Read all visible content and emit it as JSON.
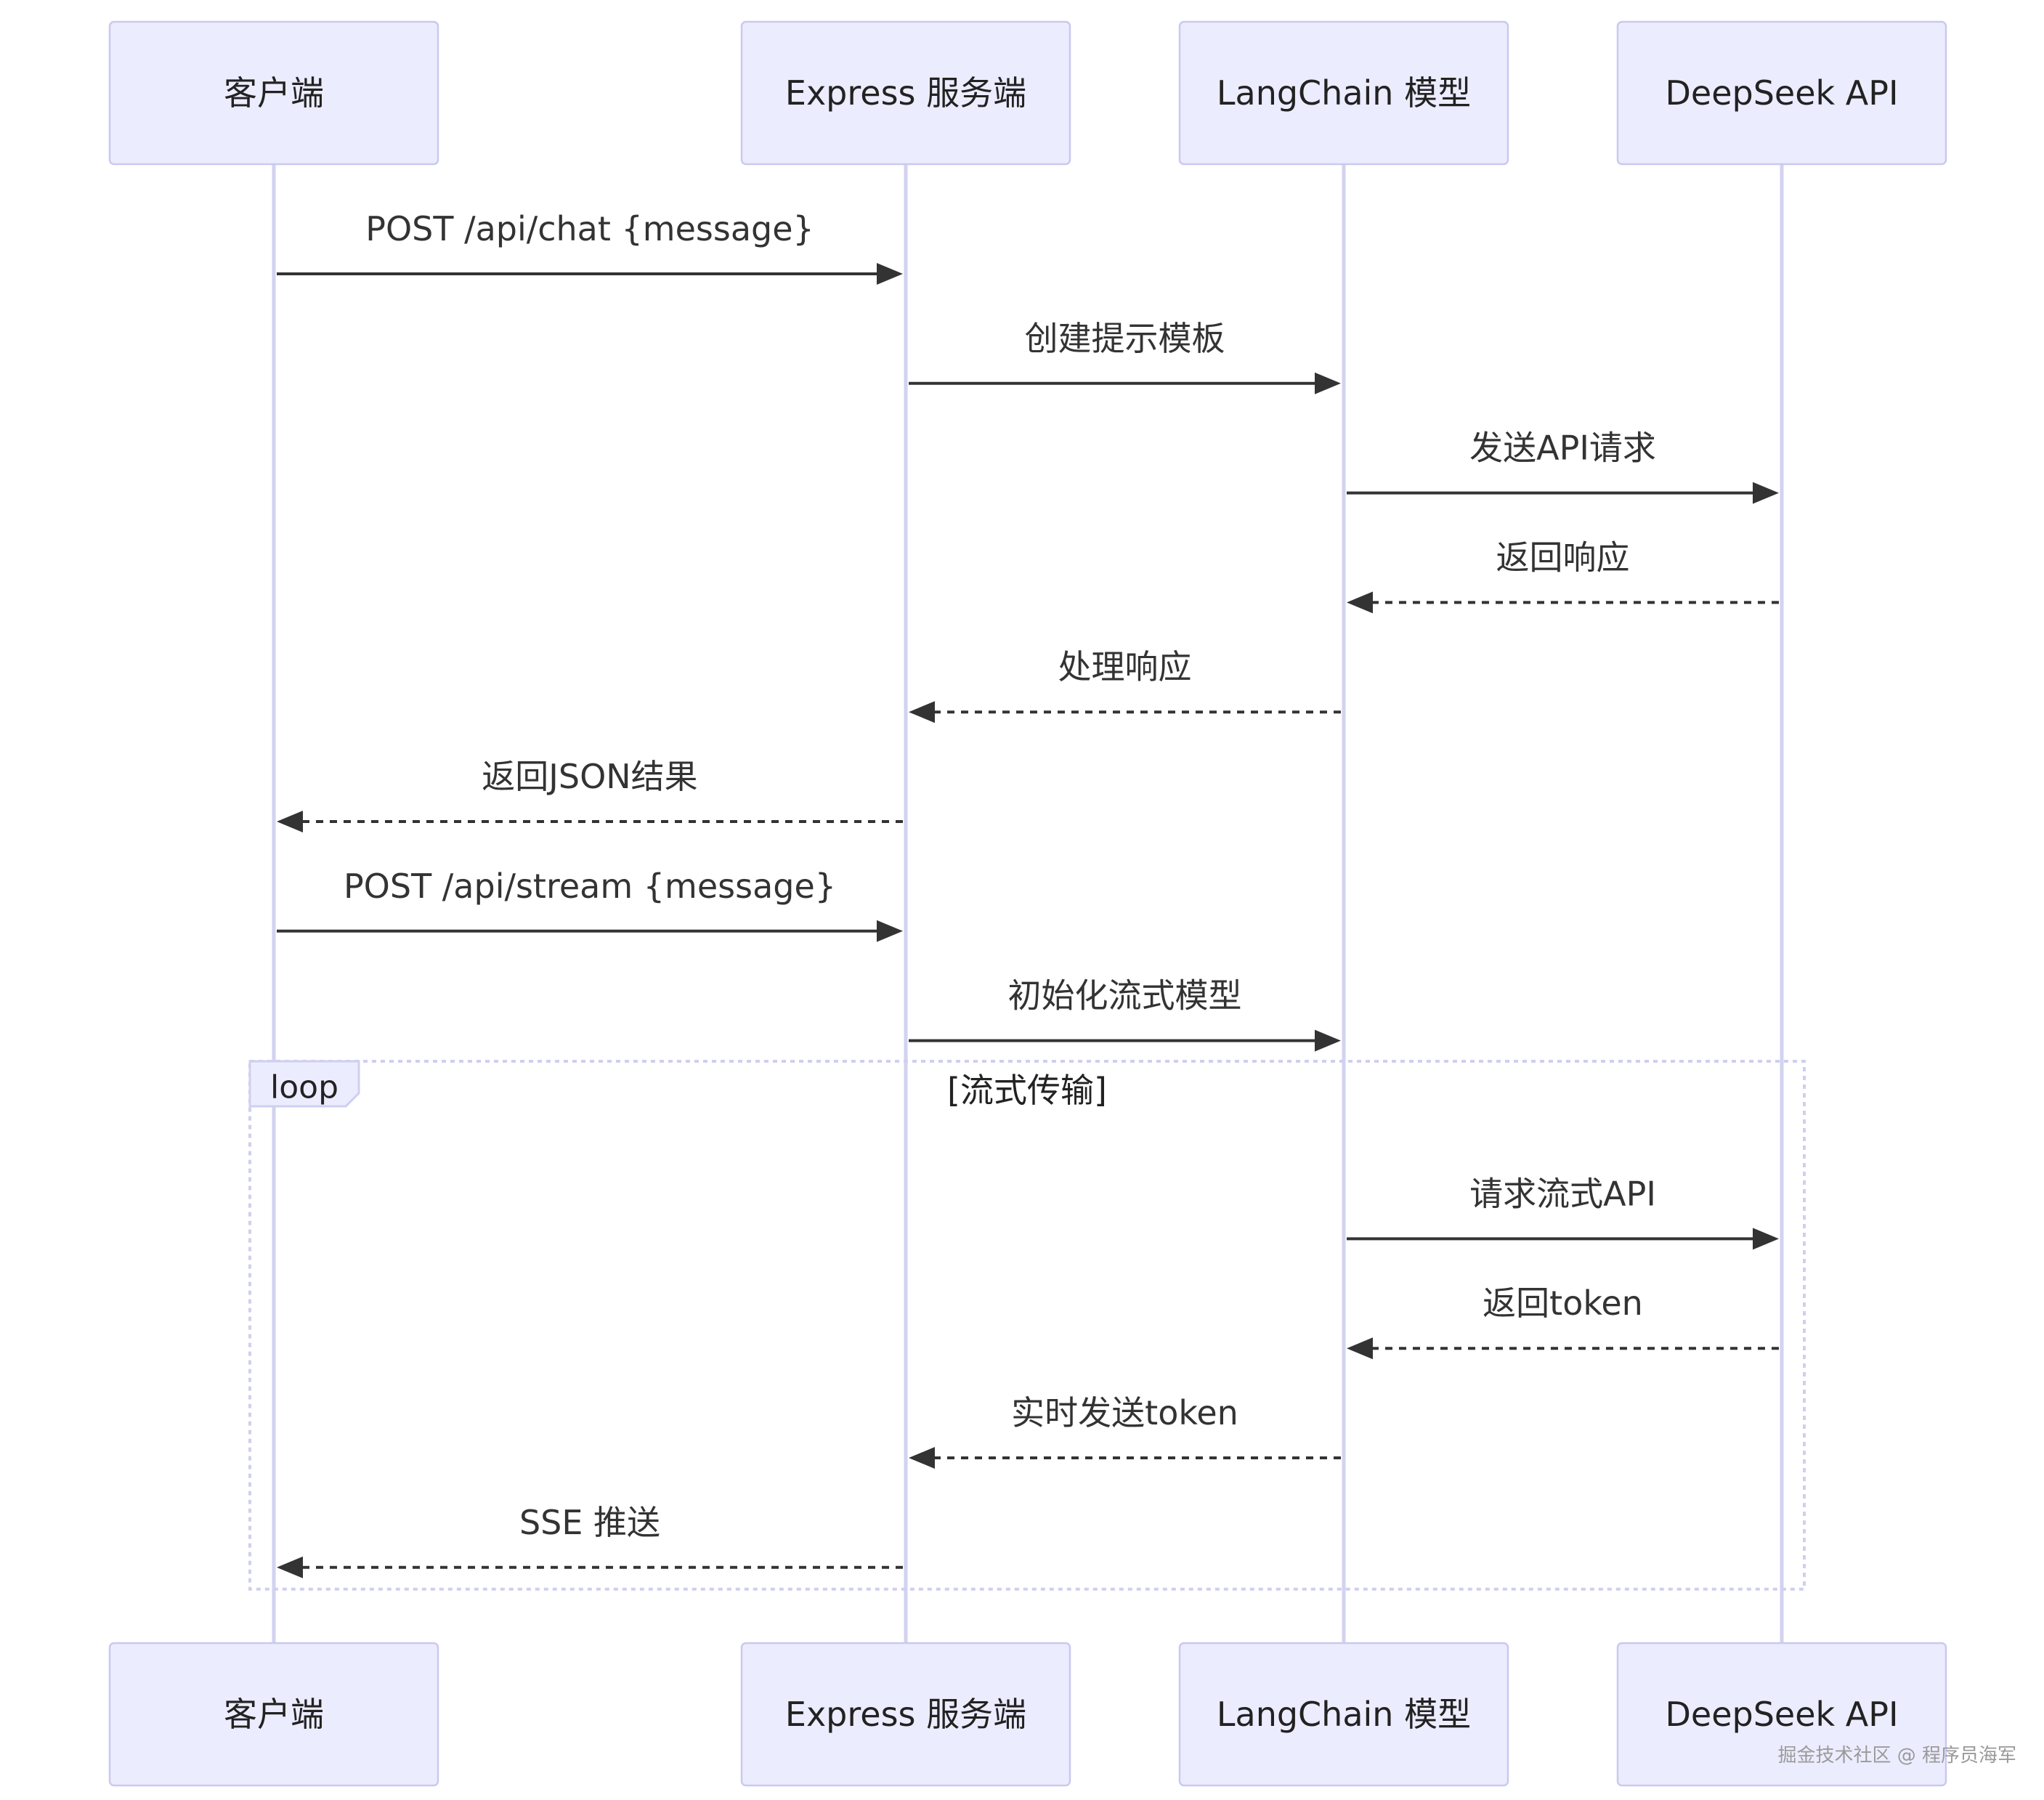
{
  "participants": [
    "客户端",
    "Express 服务端",
    "LangChain 模型",
    "DeepSeek API"
  ],
  "messages": [
    {
      "from": 0,
      "to": 1,
      "label": "POST /api/chat {message}",
      "dashed": false
    },
    {
      "from": 1,
      "to": 2,
      "label": "创建提示模板",
      "dashed": false
    },
    {
      "from": 2,
      "to": 3,
      "label": "发送API请求",
      "dashed": false
    },
    {
      "from": 3,
      "to": 2,
      "label": "返回响应",
      "dashed": true
    },
    {
      "from": 2,
      "to": 1,
      "label": "处理响应",
      "dashed": true
    },
    {
      "from": 1,
      "to": 0,
      "label": "返回JSON结果",
      "dashed": true
    },
    {
      "from": 0,
      "to": 1,
      "label": "POST /api/stream {message}",
      "dashed": false
    },
    {
      "from": 1,
      "to": 2,
      "label": "初始化流式模型",
      "dashed": false
    },
    {
      "from": 2,
      "to": 3,
      "label": "请求流式API",
      "dashed": false
    },
    {
      "from": 3,
      "to": 2,
      "label": "返回token",
      "dashed": true
    },
    {
      "from": 2,
      "to": 1,
      "label": "实时发送token",
      "dashed": true
    },
    {
      "from": 1,
      "to": 0,
      "label": "SSE 推送",
      "dashed": true
    }
  ],
  "loop": {
    "label": "loop",
    "title": "[流式传输]",
    "first_message": 8,
    "last_message": 11
  },
  "watermark": "掘金技术社区 @ 程序员海军",
  "colors": {
    "actor_fill": "#ececff",
    "actor_stroke": "#c9c9f0",
    "lifeline": "#d2d2f0",
    "line": "#333333"
  }
}
